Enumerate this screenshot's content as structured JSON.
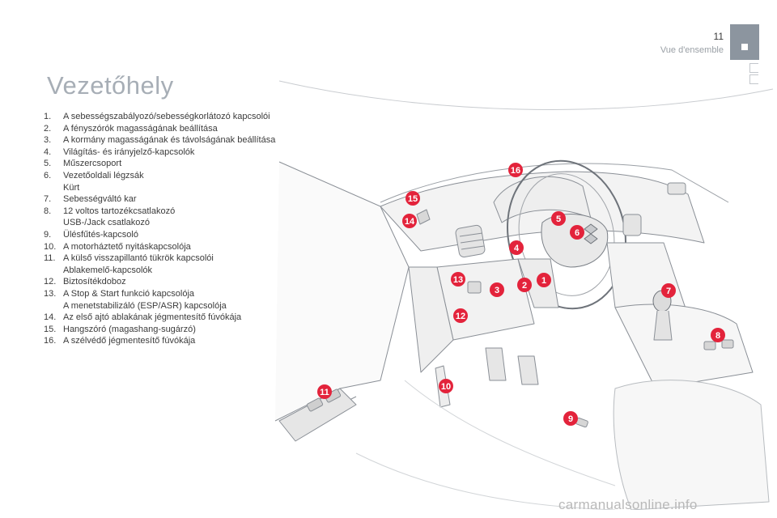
{
  "header": {
    "page_number": "11",
    "section": "Vue d'ensemble"
  },
  "title": "Vezetőhely",
  "items": [
    {
      "num": "1.",
      "text": "A sebességszabályozó/sebességkorlátozó kapcsolói"
    },
    {
      "num": "2.",
      "text": "A fényszórók magasságának beállítása"
    },
    {
      "num": "3.",
      "text": "A kormány magasságának és távolságának beállítása"
    },
    {
      "num": "4.",
      "text": "Világítás- és irányjelző-kapcsolók"
    },
    {
      "num": "5.",
      "text": "Műszercsoport"
    },
    {
      "num": "6.",
      "text": "Vezetőoldali légzsák",
      "extra": "Kürt"
    },
    {
      "num": "7.",
      "text": "Sebességváltó kar"
    },
    {
      "num": "8.",
      "text": "12 voltos tartozékcsatlakozó",
      "extra": "USB-/Jack csatlakozó"
    },
    {
      "num": "9.",
      "text": "Ülésfűtés-kapcsoló"
    },
    {
      "num": "10.",
      "text": "A motorháztető nyitáskapcsolója"
    },
    {
      "num": "11.",
      "text": "A külső visszapillantó tükrök kapcsolói",
      "extra": "Ablakemelő-kapcsolók"
    },
    {
      "num": "12.",
      "text": "Biztosítékdoboz"
    },
    {
      "num": "13.",
      "text": "A Stop & Start funkció kapcsolója",
      "extra": "A menetstabilizáló (ESP/ASR) kapcsolója"
    },
    {
      "num": "14.",
      "text": "Az első ajtó ablakának jégmentesítő fúvókája"
    },
    {
      "num": "15.",
      "text": "Hangszóró (magashang-sugárzó)"
    },
    {
      "num": "16.",
      "text": "A szélvédő jégmentesítő fúvókája"
    }
  ],
  "callouts": [
    "1",
    "2",
    "3",
    "4",
    "5",
    "6",
    "7",
    "8",
    "9",
    "10",
    "11",
    "12",
    "13",
    "14",
    "15",
    "16"
  ],
  "colors": {
    "callout_fill": "#e3233b",
    "title": "#a7aeb6",
    "tab": "#8c959f"
  },
  "watermark": "carmanualsonline.info"
}
